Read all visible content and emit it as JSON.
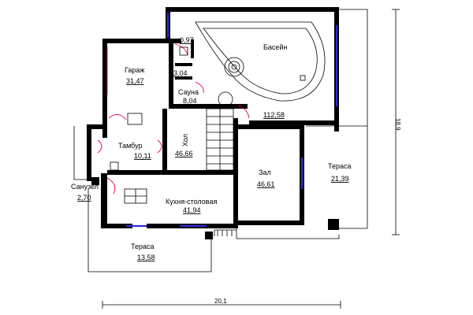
{
  "rooms": {
    "pool": {
      "name": "Басейн",
      "area": ""
    },
    "small_wc": {
      "name": "",
      "area": "0,97"
    },
    "garage": {
      "name": "Гараж",
      "area": "31,47"
    },
    "shower": {
      "name": "",
      "area": "3,04"
    },
    "sauna": {
      "name": "Сауна",
      "area": "8,04"
    },
    "pool_total": {
      "name": "",
      "area": "112,58"
    },
    "hall": {
      "name": "Хол",
      "area": "46,66"
    },
    "vestibule": {
      "name": "Тамбур",
      "area": "10,11"
    },
    "living": {
      "name": "Зал",
      "area": "46,61"
    },
    "terrace_right": {
      "name": "Тераса",
      "area": "21,39"
    },
    "bathroom": {
      "name": "Санузел",
      "area": "2,70"
    },
    "kitchen": {
      "name": "Кухня-столовая",
      "area": "41,94"
    },
    "terrace_bottom": {
      "name": "Тераса",
      "area": "13,58"
    }
  },
  "dimensions": {
    "width": "20,1",
    "height": "18,9"
  },
  "colors": {
    "wall": "#000000",
    "window": "#2b2bd6",
    "door": "#e0003a"
  }
}
